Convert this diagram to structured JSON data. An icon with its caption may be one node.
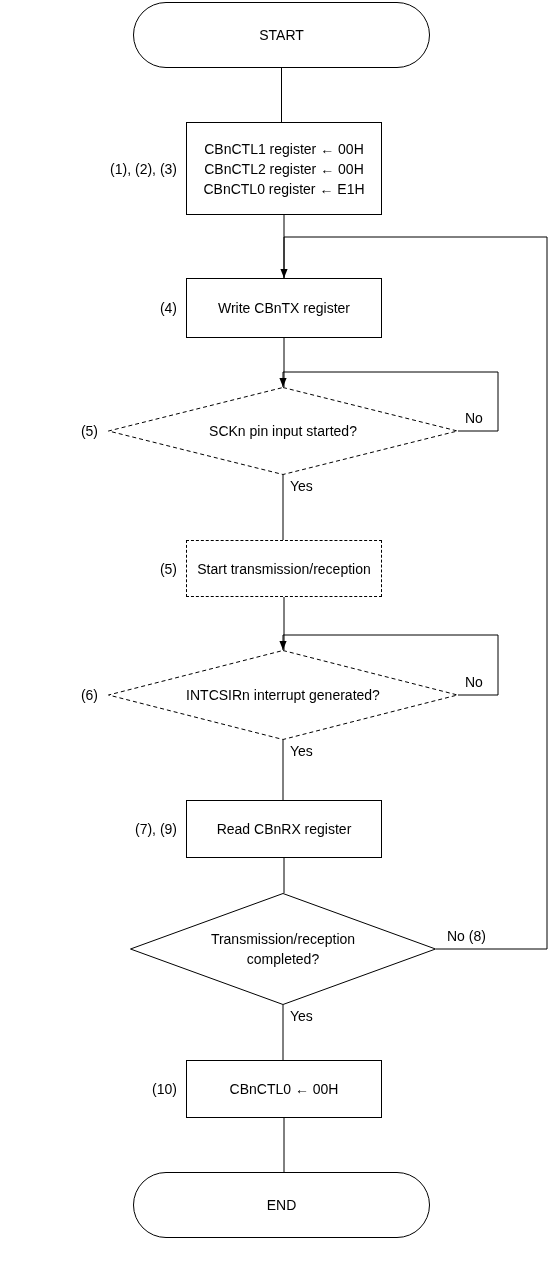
{
  "diagram": {
    "nodes": [
      {
        "text": [
          "START"
        ]
      },
      {
        "text": [
          "CBnCTL1 register ← 00H",
          "CBnCTL2 register ← 00H",
          "CBnCTL0 register ← E1H"
        ],
        "beside": [
          "(1), (2), (3)"
        ]
      },
      {
        "text": [
          "Write CBnTX register"
        ],
        "beside": [
          "(4)"
        ]
      },
      {
        "text": [
          "SCKn pin input started?"
        ],
        "beside": [
          "(5)"
        ]
      },
      {
        "text": [
          "Start transmission/reception"
        ],
        "beside": [
          "(5)"
        ]
      },
      {
        "text": [
          "INTCSIRn interrupt generated?"
        ],
        "beside": [
          "(6)"
        ]
      },
      {
        "text": [
          "Read CBnRX register"
        ],
        "beside": [
          "(7), (9)"
        ]
      },
      {
        "text": [
          "Transmission/reception completed?"
        ]
      },
      {
        "text": [
          "CBnCTL0 ← 00H"
        ],
        "beside": [
          "(10)"
        ]
      },
      {
        "text": [
          "END"
        ]
      }
    ],
    "edges": [
      {
        "from": 0,
        "to": 1,
        "arrow": "none"
      },
      {
        "from": 1,
        "to": 2,
        "arrow": "none"
      },
      {
        "from": 2,
        "to": 3,
        "arrow": "none"
      },
      {
        "from": 3,
        "to": 3,
        "arrow": "to",
        "label": "No"
      },
      {
        "from": 3,
        "to": 4,
        "arrow": "none",
        "label": "Yes"
      },
      {
        "from": 4,
        "to": 5,
        "arrow": "none"
      },
      {
        "from": 5,
        "to": 5,
        "arrow": "to",
        "label": "No"
      },
      {
        "from": 5,
        "to": 6,
        "arrow": "none",
        "label": "Yes"
      },
      {
        "from": 6,
        "to": 7,
        "arrow": "none"
      },
      {
        "from": 7,
        "to": 2,
        "arrow": "to",
        "label": "No (8)"
      },
      {
        "from": 7,
        "to": 8,
        "arrow": "none",
        "label": "Yes"
      },
      {
        "from": 8,
        "to": 9,
        "arrow": "none"
      }
    ]
  }
}
